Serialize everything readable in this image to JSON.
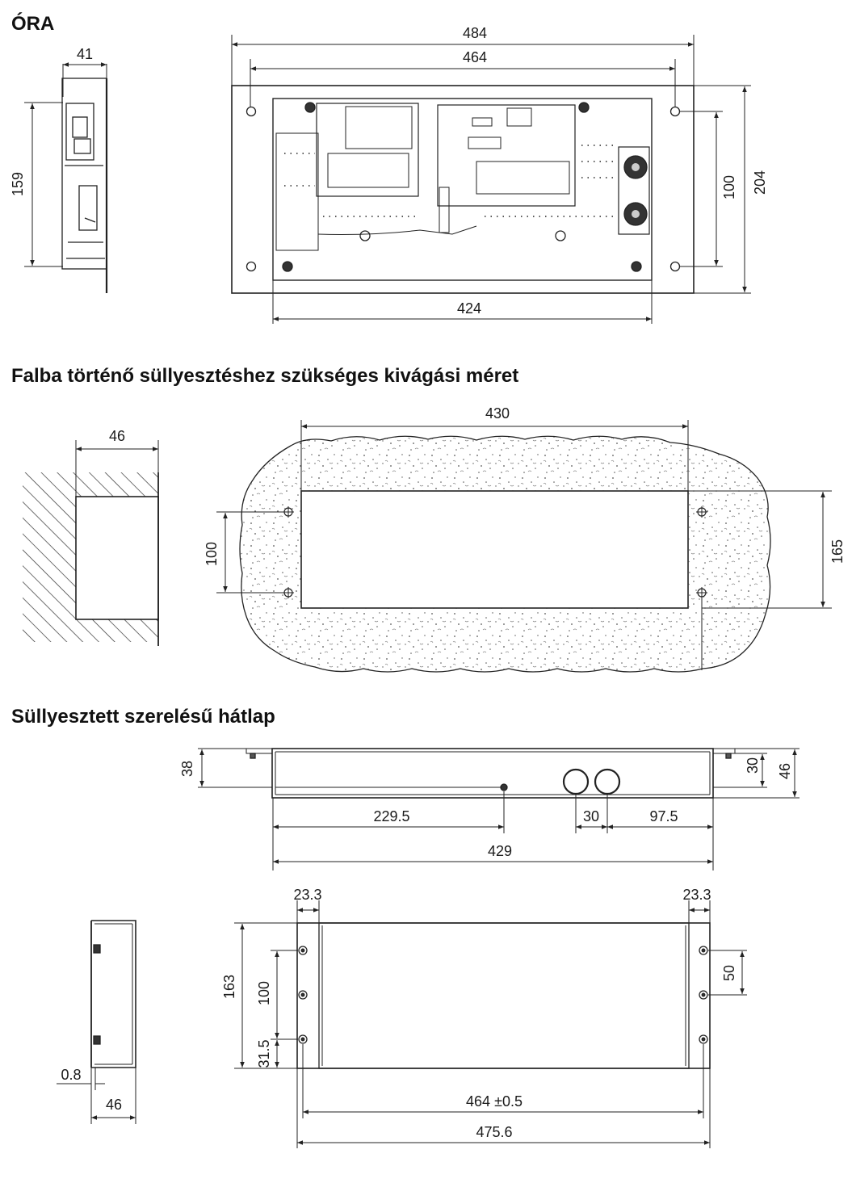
{
  "sections": {
    "ora": "ÓRA",
    "cutout": "Falba történő süllyesztéshez szükséges kivágási méret",
    "backplate": "Süllyesztett szerelésű hátlap"
  },
  "ora": {
    "side_depth": "41",
    "side_height": "159",
    "outer_width": "484",
    "inner_width": "464",
    "bottom_width": "424",
    "hole_spacing_v": "100",
    "outer_height": "204"
  },
  "cutout": {
    "depth": "46",
    "width": "430",
    "hole_spacing_v": "100",
    "height": "165"
  },
  "backplate": {
    "top_height": "38",
    "flange_height": "30",
    "total_height": "46",
    "to_hole": "229.5",
    "knockout_gap": "30",
    "knockout_offset": "97.5",
    "top_length": "429",
    "flange_left": "23.3",
    "flange_right": "23.3",
    "front_height": "163",
    "hole_spacing_v": "100",
    "hole_bottom": "31.5",
    "hole_spacing_r": "50",
    "width_tol": "464 ±0.5",
    "overall_width": "475.6",
    "side_sheet": "0.8",
    "side_depth": "46"
  }
}
